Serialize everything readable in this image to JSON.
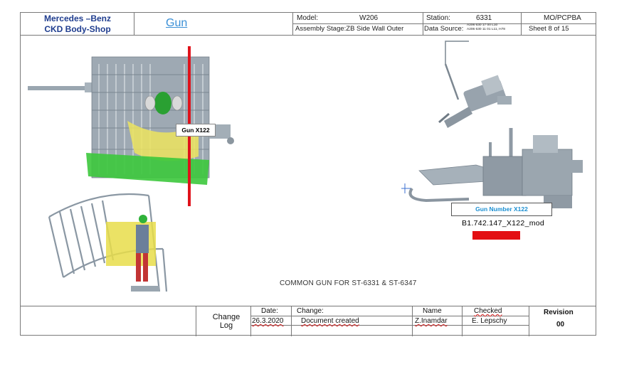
{
  "header": {
    "brand_line1": "Mercedes –Benz",
    "brand_line2": "CKD Body-Shop",
    "title": "Gun",
    "model_label": "Model:",
    "model_value": "W206",
    "station_label": "Station:",
    "station_value": "6331",
    "dept": "MO/PCPBA",
    "assembly_stage": "Assembly Stage:ZB Side Wall Outer",
    "data_source_label": "Data Source:",
    "data_source_line1": "A206 630 17 00 L10",
    "data_source_line2": "A206 630 11 01 L11, H78",
    "sheet": "Sheet  8  of 15"
  },
  "drawing": {
    "gun_label": "Gun X122",
    "gun_number_label": "Gun Number X122",
    "gun_model_name": "B1.742.147_X122_mod",
    "common_note": "COMMON GUN FOR ST-6331 & ST-6347"
  },
  "footer": {
    "change_log_line1": "Change",
    "change_log_line2": "Log",
    "date_header": "Date:",
    "change_header": "Change:",
    "name_header": "Name",
    "checked_header": "Checked",
    "revision_header": "Revision",
    "date_value": "26.3.2020",
    "change_value": "Document created",
    "name_value": "Z.Inamdar",
    "checked_value": "E. Lepschy",
    "revision_value": "00"
  },
  "colors": {
    "brand_blue": "#1f3d8f",
    "title_blue": "#3a8fd6",
    "marker_red": "#e0121b",
    "fixture_green": "#3cc83c",
    "fixture_grey": "#8f9aa4",
    "highlight_yellow": "#f2ec6a"
  }
}
